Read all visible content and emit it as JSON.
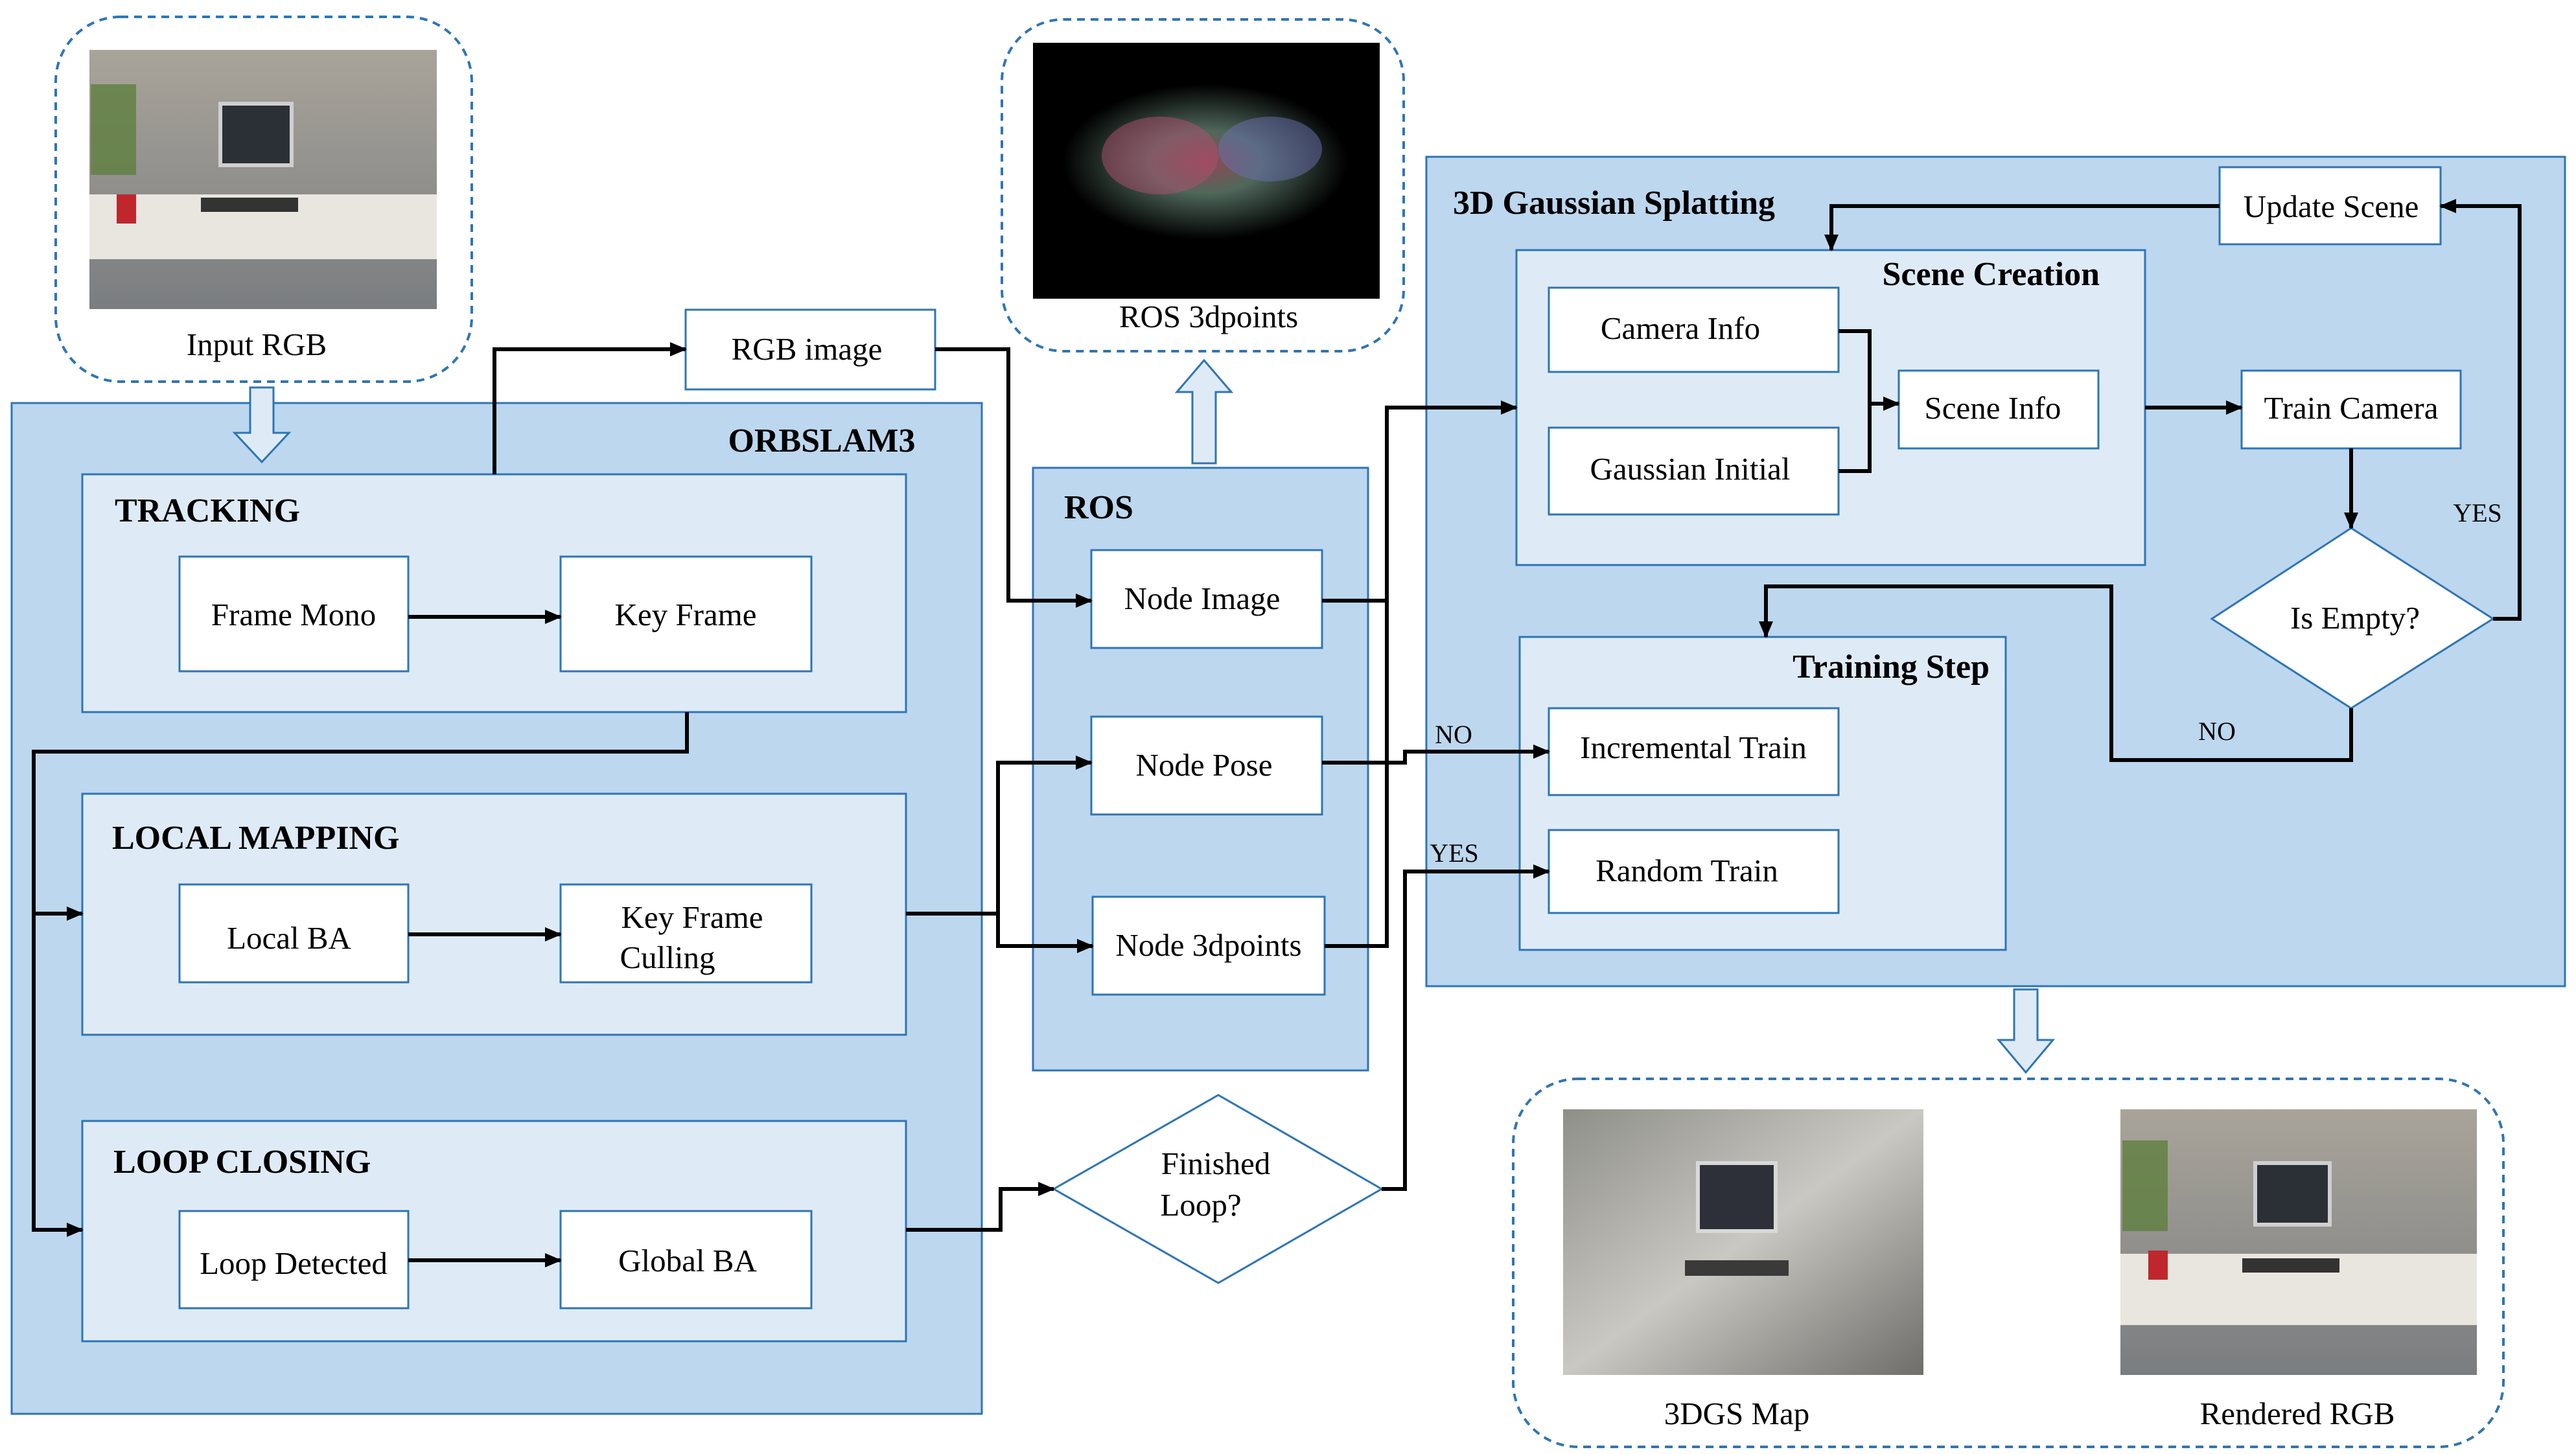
{
  "input_panel": {
    "label": "Input RGB",
    "image": "photo of a desk scene with monitor, keyboard, plant and mugs"
  },
  "ros_points_panel": {
    "label": "ROS 3dpoints",
    "image": "colored sparse point cloud on black background"
  },
  "output_panel": {
    "map_label": "3DGS Map",
    "map_image": "reconstructed gaussian splat rendering of the desk scene",
    "rendered_label": "Rendered RGB",
    "rendered_image": "rendered photo of the desk scene"
  },
  "rgb_image_box": "RGB image",
  "orbslam": {
    "title": "ORBSLAM3",
    "tracking": {
      "title": "TRACKING",
      "frame_mono": "Frame Mono",
      "key_frame": "Key Frame"
    },
    "local_mapping": {
      "title": "LOCAL MAPPING",
      "local_ba": "Local  BA",
      "culling_line1": "Key Frame",
      "culling_line2": "Culling"
    },
    "loop_closing": {
      "title": "LOOP CLOSING",
      "loop_detected": "Loop  Detected",
      "global_ba": "Global BA"
    }
  },
  "ros": {
    "title": "ROS",
    "node_image": "Node Image",
    "node_pose": "Node Pose",
    "node_3dpoints": "Node 3dpoints"
  },
  "finished_loop": {
    "line1": "Finished",
    "line2": "Loop?"
  },
  "gs": {
    "title": "3D Gaussian Splatting",
    "scene_creation": {
      "title": "Scene Creation",
      "camera_info": "Camera Info",
      "gaussian_initial": "Gaussian Initial",
      "scene_info": "Scene  Info"
    },
    "update_scene": "Update Scene",
    "train_camera": "Train Camera",
    "is_empty": "Is  Empty?",
    "training_step": {
      "title": "Training Step",
      "incremental": "Incremental  Train",
      "random": "Random  Train"
    },
    "labels": {
      "yes_right": "YES",
      "no_diamond": "NO",
      "no_left": "NO",
      "yes_left": "YES"
    }
  },
  "colors": {
    "panel_outer": "#bdd7ee",
    "panel_inner": "#deebf7",
    "border": "#2e75b6",
    "arrow": "#000000"
  }
}
